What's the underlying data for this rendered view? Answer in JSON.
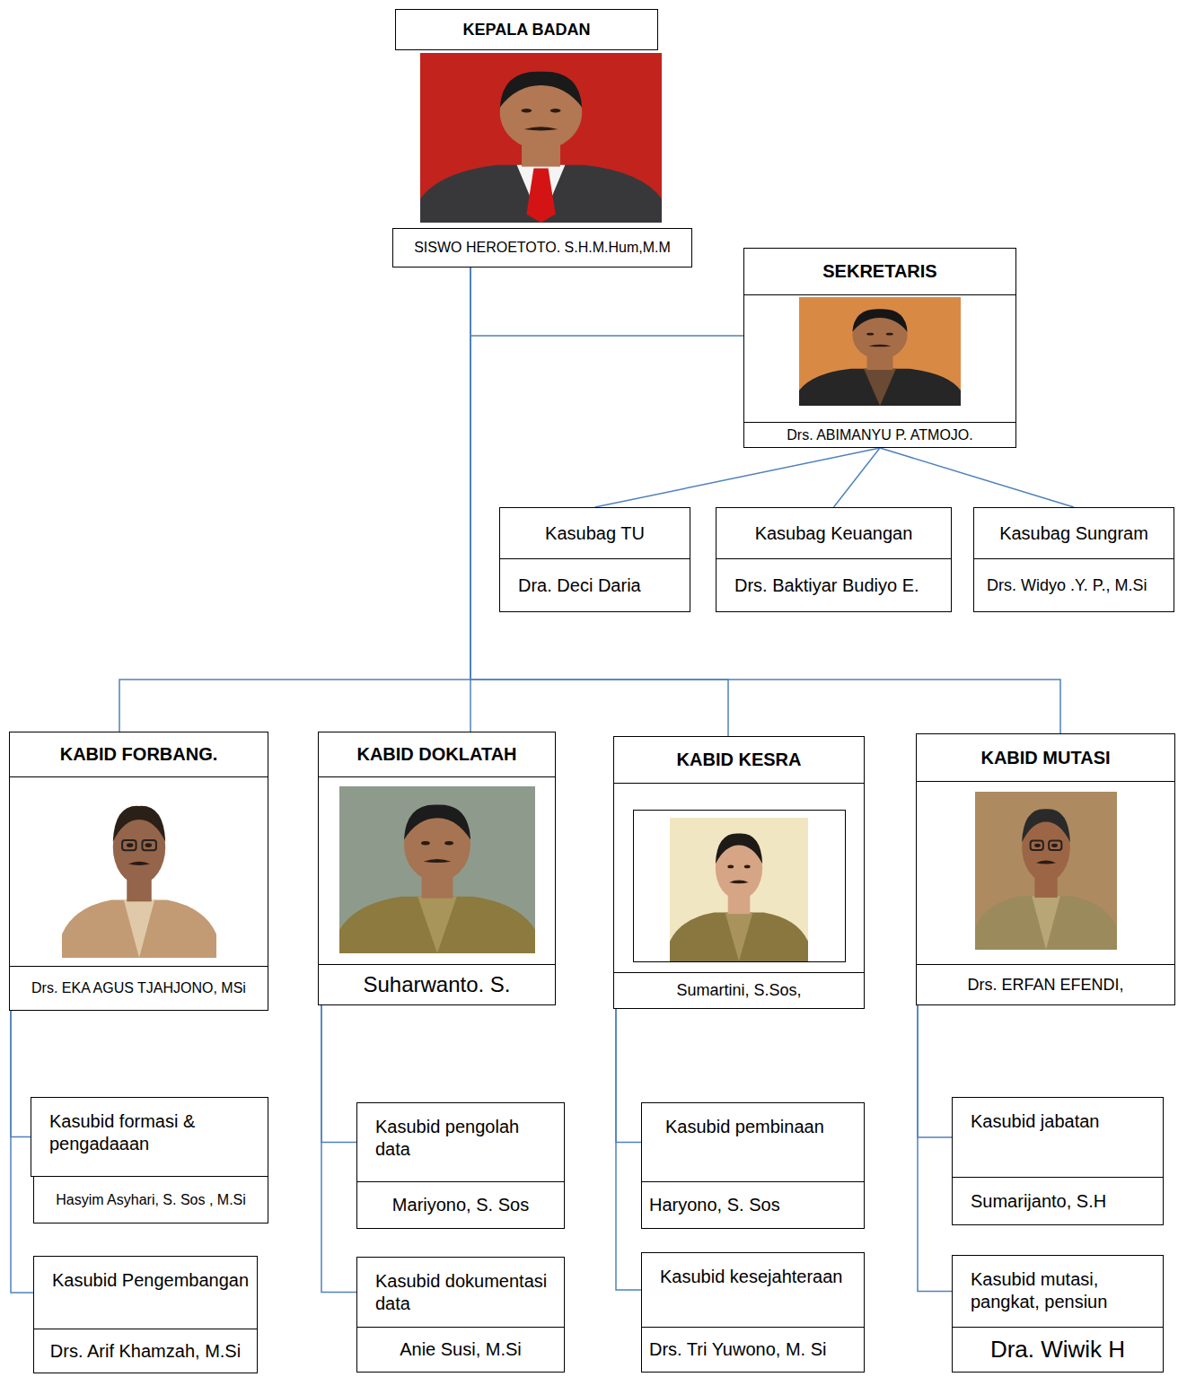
{
  "diagram": {
    "nodes": [
      {
        "text": [
          "KEPALA BADAN",
          "SISWO HEROETOTO. S.H.M.Hum,M.M"
        ]
      },
      {
        "text": [
          "SEKRETARIS",
          "Drs. ABIMANYU P. ATMOJO."
        ]
      },
      {
        "text": [
          "Kasubag TU",
          "Dra. Deci Daria"
        ]
      },
      {
        "text": [
          "Kasubag Keuangan",
          "Drs. Baktiyar Budiyo E."
        ]
      },
      {
        "text": [
          "Kasubag Sungram",
          "Drs. Widyo .Y. P., M.Si"
        ]
      },
      {
        "text": [
          "KABID FORBANG.",
          "Drs. EKA AGUS TJAHJONO, MSi"
        ]
      },
      {
        "text": [
          "KABID DOKLATAH",
          "Suharwanto. S."
        ]
      },
      {
        "text": [
          "KABID KESRA",
          "Sumartini, S.Sos,"
        ]
      },
      {
        "text": [
          "KABID MUTASI",
          "Drs. ERFAN EFENDI,"
        ]
      },
      {
        "text": [
          "Kasubid formasi & pengadaaan",
          "Hasyim Asyhari, S. Sos , M.Si"
        ]
      },
      {
        "text": [
          "Kasubid pengolah data",
          "Mariyono, S. Sos"
        ]
      },
      {
        "text": [
          "Kasubid pembinaan",
          "Haryono, S. Sos"
        ]
      },
      {
        "text": [
          "Kasubid jabatan",
          "Sumarijanto, S.H"
        ]
      },
      {
        "text": [
          "Kasubid Pengembangan",
          "Drs. Arif Khamzah, M.Si"
        ]
      },
      {
        "text": [
          "Kasubid dokumentasi data",
          "Anie Susi, M.Si"
        ]
      },
      {
        "text": [
          "Kasubid kesejahteraan",
          "Drs. Tri Yuwono, M. Si"
        ]
      },
      {
        "text": [
          "Kasubid mutasi, pangkat, pensiun",
          "Dra. Wiwik H"
        ]
      }
    ],
    "edges": [
      {
        "from": 0,
        "to": 1,
        "arrow": "none"
      },
      {
        "from": 1,
        "to": 2,
        "arrow": "none"
      },
      {
        "from": 1,
        "to": 3,
        "arrow": "none"
      },
      {
        "from": 1,
        "to": 4,
        "arrow": "none"
      },
      {
        "from": 0,
        "to": 5,
        "arrow": "none"
      },
      {
        "from": 0,
        "to": 6,
        "arrow": "none"
      },
      {
        "from": 0,
        "to": 7,
        "arrow": "none"
      },
      {
        "from": 0,
        "to": 8,
        "arrow": "none"
      },
      {
        "from": 5,
        "to": 9,
        "arrow": "none"
      },
      {
        "from": 5,
        "to": 13,
        "arrow": "none"
      },
      {
        "from": 6,
        "to": 10,
        "arrow": "none"
      },
      {
        "from": 6,
        "to": 14,
        "arrow": "none"
      },
      {
        "from": 7,
        "to": 11,
        "arrow": "none"
      },
      {
        "from": 7,
        "to": 15,
        "arrow": "none"
      },
      {
        "from": 8,
        "to": 12,
        "arrow": "none"
      },
      {
        "from": 8,
        "to": 16,
        "arrow": "none"
      }
    ]
  }
}
